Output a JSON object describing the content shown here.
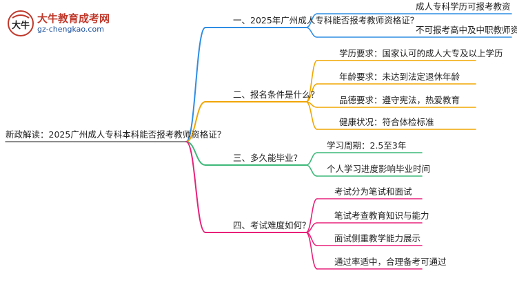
{
  "logo": {
    "name": "大牛教育成考网",
    "url": "gz-chengkao.com",
    "mark_text": "大牛"
  },
  "root": {
    "label": "新政解读：2025广州成人专科本科能否报考教师资格证？"
  },
  "branches": [
    {
      "label": "一、2025年广州成人专科能否报考教师资格证？",
      "color": "#2f8de4",
      "children": [
        "成人专科学历可报考教资",
        "不可报考高中及中职教师资格证"
      ]
    },
    {
      "label": "二、报名条件是什么？",
      "color": "#f0a500",
      "children": [
        "学历要求：国家认可的成人大专及以上学历",
        "年龄要求：未达到法定退休年龄",
        "品德要求：遵守宪法，热爱教育",
        "健康状况：符合体检标准"
      ]
    },
    {
      "label": "三、多久能毕业？",
      "color": "#3cb878",
      "children": [
        "学习周期：2.5至3年",
        "个人学习进度影响毕业时间"
      ]
    },
    {
      "label": "四、考试难度如何？",
      "color": "#e8217a",
      "children": [
        "考试分为笔试和面试",
        "笔试考查教育知识与能力",
        "面试侧重教学能力展示",
        "通过率适中，合理备考可通过"
      ]
    }
  ]
}
